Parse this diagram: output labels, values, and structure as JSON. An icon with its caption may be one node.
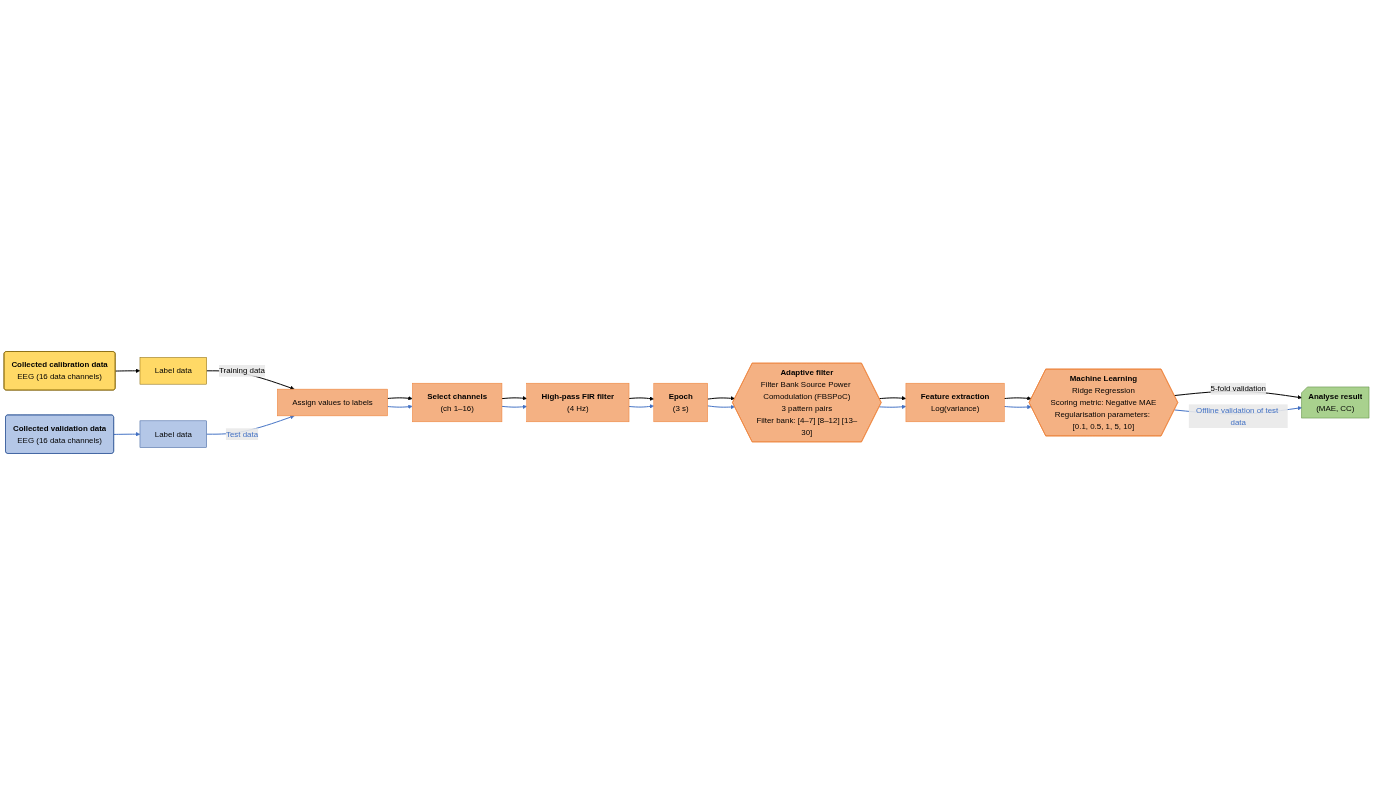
{
  "diagram": {
    "nodes": [
      {
        "text": [
          "Collected calibration data",
          "EEG (16 data channels)"
        ]
      },
      {
        "text": [
          "Label data"
        ]
      },
      {
        "text": [
          "Collected validation data",
          "EEG (16 data channels)"
        ]
      },
      {
        "text": [
          "Label data"
        ]
      },
      {
        "text": [
          "Assign values to labels"
        ]
      },
      {
        "text": [
          "Select channels",
          "(ch 1–16)"
        ]
      },
      {
        "text": [
          "High-pass FIR filter",
          "(4 Hz)"
        ]
      },
      {
        "text": [
          "Epoch",
          "(3 s)"
        ]
      },
      {
        "text": [
          "Adaptive filter",
          "Filter Bank Source Power Comodulation (FBSPoC)",
          "3 pattern pairs",
          "Filter bank: [4–7] [8–12] [13–30]"
        ]
      },
      {
        "text": [
          "Feature extraction",
          "Log(variance)"
        ]
      },
      {
        "text": [
          "Machine Learning",
          "Ridge Regression",
          "Scoring metric: Negative MAE",
          "Regularisation parameters: [0.1, 0.5, 1, 5, 10]"
        ]
      },
      {
        "text": [
          "Analyse result",
          "(MAE, CC)"
        ]
      }
    ],
    "edges": [
      {
        "from": 0,
        "to": 1,
        "arrow": "to",
        "color": "#000000"
      },
      {
        "from": 1,
        "to": 4,
        "arrow": "to",
        "label": "Training data",
        "color": "#000000"
      },
      {
        "from": 2,
        "to": 3,
        "arrow": "to",
        "color": "#4472c4"
      },
      {
        "from": 3,
        "to": 4,
        "arrow": "to",
        "label": "Test data",
        "color": "#4472c4"
      },
      {
        "from": 4,
        "to": 5,
        "arrow": "to",
        "color": "#000000"
      },
      {
        "from": 4,
        "to": 5,
        "arrow": "to",
        "color": "#4472c4"
      },
      {
        "from": 5,
        "to": 6,
        "arrow": "to",
        "color": "#000000"
      },
      {
        "from": 5,
        "to": 6,
        "arrow": "to",
        "color": "#4472c4"
      },
      {
        "from": 6,
        "to": 7,
        "arrow": "to",
        "color": "#000000"
      },
      {
        "from": 6,
        "to": 7,
        "arrow": "to",
        "color": "#4472c4"
      },
      {
        "from": 7,
        "to": 8,
        "arrow": "to",
        "color": "#000000"
      },
      {
        "from": 7,
        "to": 8,
        "arrow": "to",
        "color": "#4472c4"
      },
      {
        "from": 8,
        "to": 9,
        "arrow": "to",
        "color": "#000000"
      },
      {
        "from": 8,
        "to": 9,
        "arrow": "to",
        "color": "#4472c4"
      },
      {
        "from": 9,
        "to": 10,
        "arrow": "to",
        "color": "#000000"
      },
      {
        "from": 9,
        "to": 10,
        "arrow": "to",
        "color": "#4472c4"
      },
      {
        "from": 10,
        "to": 11,
        "arrow": "to",
        "label": "5-fold validation",
        "color": "#000000"
      },
      {
        "from": 10,
        "to": 11,
        "arrow": "to",
        "label": "Offline validation of test data",
        "color": "#4472c4"
      }
    ]
  }
}
